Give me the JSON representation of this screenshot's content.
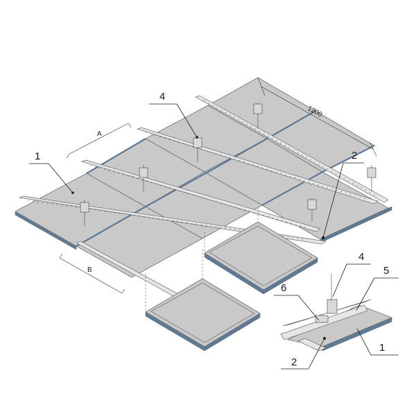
{
  "labels": {
    "panel": "1",
    "clip": "2",
    "hanger": "4",
    "profile": "5",
    "connector": "6"
  },
  "dimensions": {
    "span": "1200",
    "a": "A",
    "b": "B"
  },
  "colors": {
    "panel_fill": "#c9c9c9",
    "panel_edge": "#5f7a95",
    "rail": "#e6e6e6",
    "outline": "#555555"
  }
}
